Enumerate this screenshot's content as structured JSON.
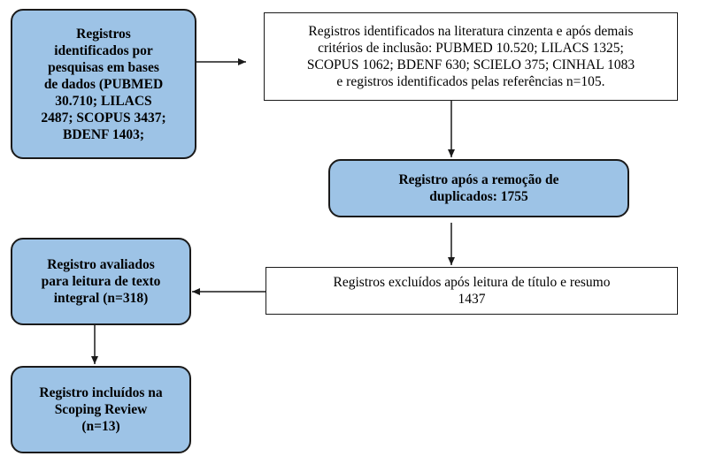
{
  "nodes": {
    "databases": "Registros\nidentificados por\npesquisas em bases\nde dados (PUBMED\n30.710; LILACS\n2487; SCOPUS 3437;\nBDENF 1403;",
    "grey_literature": "Registros identificados na literatura cinzenta e após demais\ncritérios de inclusão: PUBMED 10.520; LILACS 1325;\nSCOPUS 1062; BDENF 630; SCIELO 375; CINHAL 1083\ne registros identificados pelas referências n=105.",
    "after_duplicates": "Registro após a remoção de\nduplicados: 1755",
    "excluded": "Registros excluídos após leitura de título e resumo\n1437",
    "full_text": "Registro avaliados\npara leitura de texto\nintegral (n=318)",
    "included": "Registro incluídos na\nScoping Review\n(n=13)"
  },
  "colors": {
    "box_fill_highlight": "#9dc3e6",
    "box_fill_plain": "#ffffff",
    "stroke": "#1a1a1a"
  }
}
